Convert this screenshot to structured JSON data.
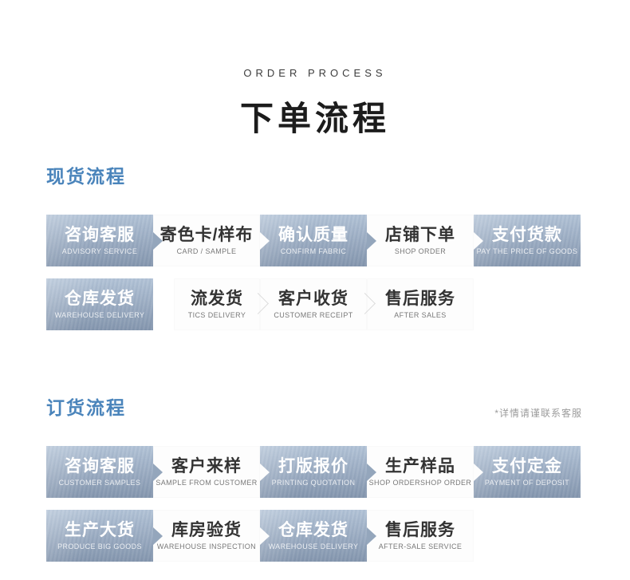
{
  "header": {
    "eyebrow": "ORDER PROCESS",
    "title": "下单流程"
  },
  "colors": {
    "accent_blue": "#4a84bb",
    "box_blue_top": "#b1c2d6",
    "box_blue_bottom": "#8294ac",
    "box_text_dark": "#333333",
    "note_gray": "#9b9b9b"
  },
  "sections": [
    {
      "title": "现货流程",
      "note": "",
      "rows": [
        {
          "steps": [
            {
              "variant": "blue",
              "zh": "咨询客服",
              "en": "ADVISORY SERVICE",
              "connector": "arrow"
            },
            {
              "variant": "white",
              "zh": "寄色卡/样布",
              "en": "CARD / SAMPLE",
              "connector": "arrow"
            },
            {
              "variant": "blue",
              "zh": "确认质量",
              "en": "CONFIRM FABRIC",
              "connector": "arrow"
            },
            {
              "variant": "white",
              "zh": "店铺下单",
              "en": "SHOP ORDER",
              "connector": "arrow"
            },
            {
              "variant": "blue",
              "zh": "支付货款",
              "en": "PAY THE PRICE OF GOODS",
              "connector": "none"
            }
          ]
        },
        {
          "steps": [
            {
              "variant": "blue",
              "zh": "仓库发货",
              "en": "WAREHOUSE DELIVERY",
              "connector": "none"
            },
            {
              "variant": "white",
              "zh": "流发货",
              "en": "TICS DELIVERY",
              "connector": "chevron",
              "offset": true,
              "narrow": true
            },
            {
              "variant": "white",
              "zh": "客户收货",
              "en": "CUSTOMER RECEIPT",
              "connector": "chevron"
            },
            {
              "variant": "white",
              "zh": "售后服务",
              "en": "AFTER SALES",
              "connector": "none"
            }
          ]
        }
      ]
    },
    {
      "title": "订货流程",
      "note": "*详情请谨联系客服",
      "rows": [
        {
          "steps": [
            {
              "variant": "blue",
              "zh": "咨询客服",
              "en": "CUSTOMER SAMPLES",
              "connector": "arrow"
            },
            {
              "variant": "white",
              "zh": "客户来样",
              "en": "SAMPLE FROM CUSTOMER",
              "connector": "arrow"
            },
            {
              "variant": "blue",
              "zh": "打版报价",
              "en": "PRINTING QUOTATION",
              "connector": "arrow"
            },
            {
              "variant": "white",
              "zh": "生产样品",
              "en": "SHOP ORDERSHOP ORDER",
              "connector": "arrow"
            },
            {
              "variant": "blue",
              "zh": "支付定金",
              "en": "PAYMENT OF DEPOSIT",
              "connector": "none"
            }
          ]
        },
        {
          "steps": [
            {
              "variant": "blue",
              "zh": "生产大货",
              "en": "PRODUCE BIG GOODS",
              "connector": "arrow"
            },
            {
              "variant": "white",
              "zh": "库房验货",
              "en": "WAREHOUSE INSPECTION",
              "connector": "arrow"
            },
            {
              "variant": "blue",
              "zh": "仓库发货",
              "en": "WAREHOUSE DELIVERY",
              "connector": "arrow"
            },
            {
              "variant": "white",
              "zh": "售后服务",
              "en": "AFTER-SALE SERVICE",
              "connector": "none"
            }
          ]
        }
      ]
    }
  ]
}
